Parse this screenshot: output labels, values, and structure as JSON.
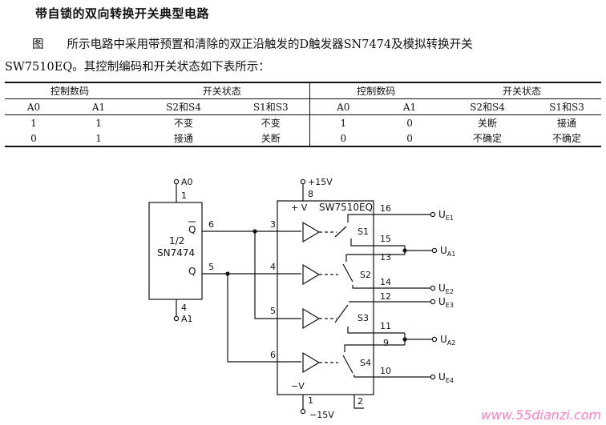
{
  "heading": "带自锁的双向转换开关典型电路",
  "paragraph": {
    "line1": "图　　所示电路中采用带预置和清除的双正沿触发的D触发器SN7474及模拟转换开关",
    "line2": "SW7510EQ。其控制编码和开关状态如下表所示："
  },
  "table": {
    "group_headers": [
      "控制数码",
      "开关状态",
      "控制数码",
      "开关状态"
    ],
    "column_headers": [
      "A0",
      "A1",
      "S2和S4",
      "S1和S3",
      "A0",
      "A1",
      "S2和S4",
      "S1和S3"
    ],
    "rows": [
      [
        "1",
        "1",
        "不变",
        "不变",
        "1",
        "0",
        "关断",
        "接通"
      ],
      [
        "0",
        "1",
        "接通",
        "关断",
        "0",
        "0",
        "不确定",
        "不确定"
      ]
    ]
  },
  "circuit": {
    "flipflop": {
      "name_top": "1/2",
      "name_bottom": "SN7474",
      "q_bar": "Q",
      "q": "Q"
    },
    "terminals": {
      "a0": "A0",
      "a1": "A1",
      "vplus": "+15V",
      "vminus": "−15V"
    },
    "chip": {
      "name": "SW7510EQ",
      "vplus": "+ V",
      "vminus": "−V"
    },
    "pins": [
      "1",
      "6",
      "5",
      "4",
      "8",
      "3",
      "4",
      "5",
      "6",
      "16",
      "15",
      "13",
      "14",
      "12",
      "11",
      "9",
      "10",
      "1",
      "2"
    ],
    "switches": [
      "S1",
      "S2",
      "S3",
      "S4"
    ],
    "outputs": {
      "ue1": {
        "main": "U",
        "sub": "E1"
      },
      "ua1": {
        "main": "U",
        "sub": "A1"
      },
      "ue2": {
        "main": "U",
        "sub": "E2"
      },
      "ue3": {
        "main": "U",
        "sub": "E3"
      },
      "ua2": {
        "main": "U",
        "sub": "A2"
      },
      "ue4": {
        "main": "U",
        "sub": "E4"
      }
    }
  },
  "watermark": "www.55dianzi.com"
}
